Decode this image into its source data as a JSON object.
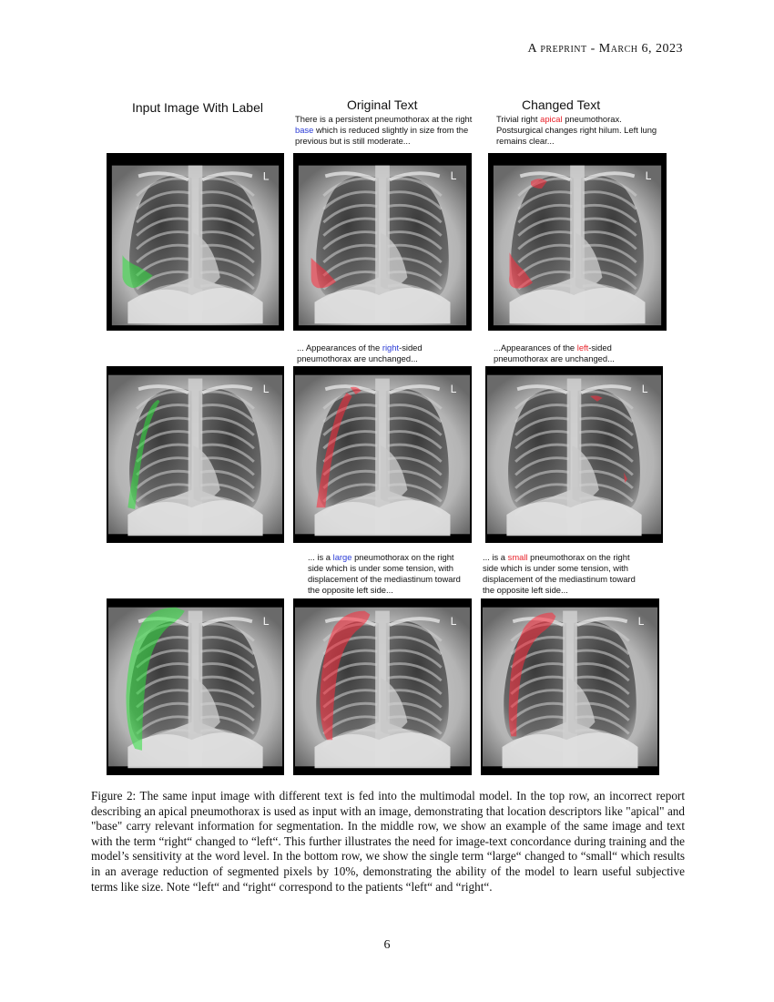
{
  "header": "A preprint - March 6, 2023",
  "columns": [
    "Input Image With Label",
    "Original Text",
    "Changed Text"
  ],
  "rows": [
    {
      "original_text": [
        {
          "t": "There is a persistent pneumothorax at the right "
        },
        {
          "t": "base",
          "c": "#2a3bd6"
        },
        {
          "t": " which is reduced slightly in size from the previous but is still moderate..."
        }
      ],
      "changed_text": [
        {
          "t": " Trivial right "
        },
        {
          "t": "apical",
          "c": "#e8222a"
        },
        {
          "t": " pneumothorax. Postsurgical changes right hilum. Left lung remains clear..."
        }
      ]
    },
    {
      "original_text": [
        {
          "t": "... Appearances of the "
        },
        {
          "t": "right",
          "c": "#2a3bd6"
        },
        {
          "t": "-sided pneumothorax are unchanged..."
        }
      ],
      "changed_text": [
        {
          "t": "...Appearances of the "
        },
        {
          "t": "left",
          "c": "#e8222a"
        },
        {
          "t": "-sided pneumothorax are unchanged..."
        }
      ]
    },
    {
      "original_text": [
        {
          "t": "... is a "
        },
        {
          "t": "large",
          "c": "#2a3bd6"
        },
        {
          "t": " pneumothorax on the right side which is under some tension, with displacement of the mediastinum toward the opposite left side..."
        }
      ],
      "changed_text": [
        {
          "t": "... is a "
        },
        {
          "t": "small",
          "c": "#e8222a"
        },
        {
          "t": " pneumothorax on the right side which is under some tension, with displacement of the mediastinum toward the opposite left side..."
        }
      ]
    }
  ],
  "figure_caption": "Figure 2: The same input image with different text is fed into the multimodal model. In the top row, an incorrect report describing an apical pneumothorax is used as input with an image, demonstrating that location descriptors like \"apical\" and \"base\" carry relevant information for segmentation. In the middle row, we show an example of the same image and text with the term “right“ changed to “left“. This further illustrates the need for image-text concordance during training and the model’s sensitivity at the word level. In the bottom row, we show the single term “large“ changed to “small“ which results in an average reduction of segmented pixels by 10%, demonstrating the ability of the model to learn useful subjective terms like size. Note “left“ and “right“ correspond to the patients “left“ and “right“.",
  "page_number": "6",
  "colors": {
    "label_mask": "#2ee03c",
    "prediction_mask": "#ff2a3a",
    "original_highlight": "#2a3bd6",
    "changed_highlight": "#e8222a"
  }
}
